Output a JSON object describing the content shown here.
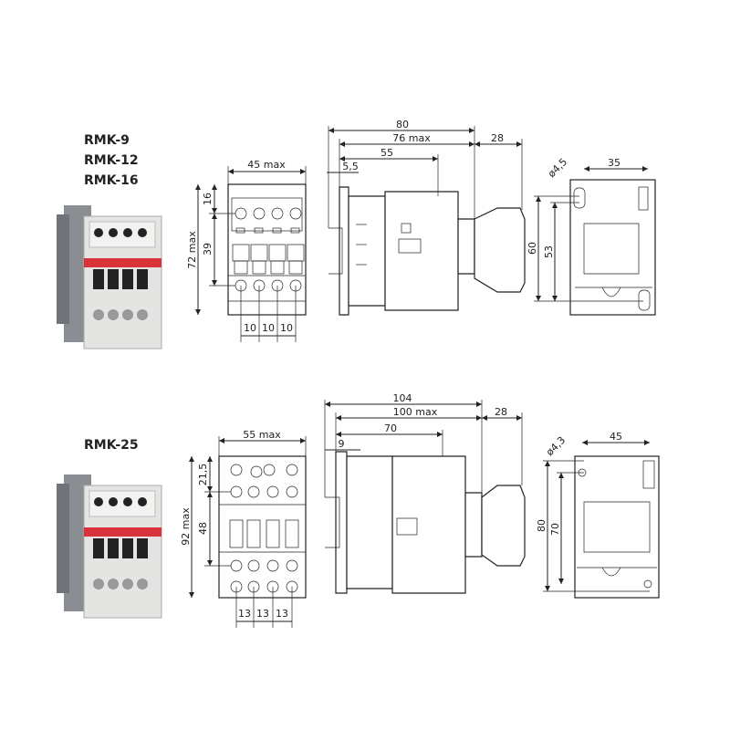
{
  "models": {
    "small": [
      "RMK-9",
      "RMK-12",
      "RMK-16"
    ],
    "large": [
      "RMK-25"
    ]
  },
  "top": {
    "front": {
      "width": "45 max",
      "height": "72 max",
      "d1": "16",
      "d2": "39",
      "pitch": [
        "10",
        "10",
        "10"
      ]
    },
    "side": {
      "d80": "80",
      "d76": "76 max",
      "d28": "28",
      "d55": "55",
      "d55b": "5,5"
    },
    "rear": {
      "width": "35",
      "hole": "ø4,5",
      "h1": "60",
      "h2": "53"
    }
  },
  "bottom": {
    "front": {
      "width": "55 max",
      "height": "92 max",
      "d1": "21,5",
      "d2": "48",
      "pitch": [
        "13",
        "13",
        "13"
      ]
    },
    "side": {
      "d104": "104",
      "d100": "100 max",
      "d28": "28",
      "d70": "70",
      "d9": "9"
    },
    "rear": {
      "width": "45",
      "hole": "ø4,3",
      "h1": "80",
      "h2": "70"
    }
  },
  "colors": {
    "product_red": "#d8323a",
    "product_grey": "#8a8d91",
    "product_light": "#e4e4e2"
  }
}
